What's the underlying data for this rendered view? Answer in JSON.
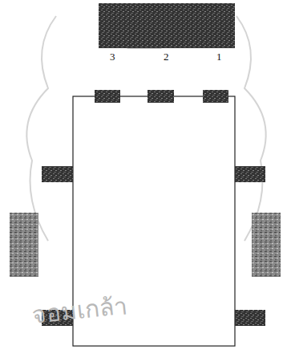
{
  "diagram": {
    "labels": [
      "3",
      "2",
      "1",
      "จอมเกล้า"
    ]
  }
}
